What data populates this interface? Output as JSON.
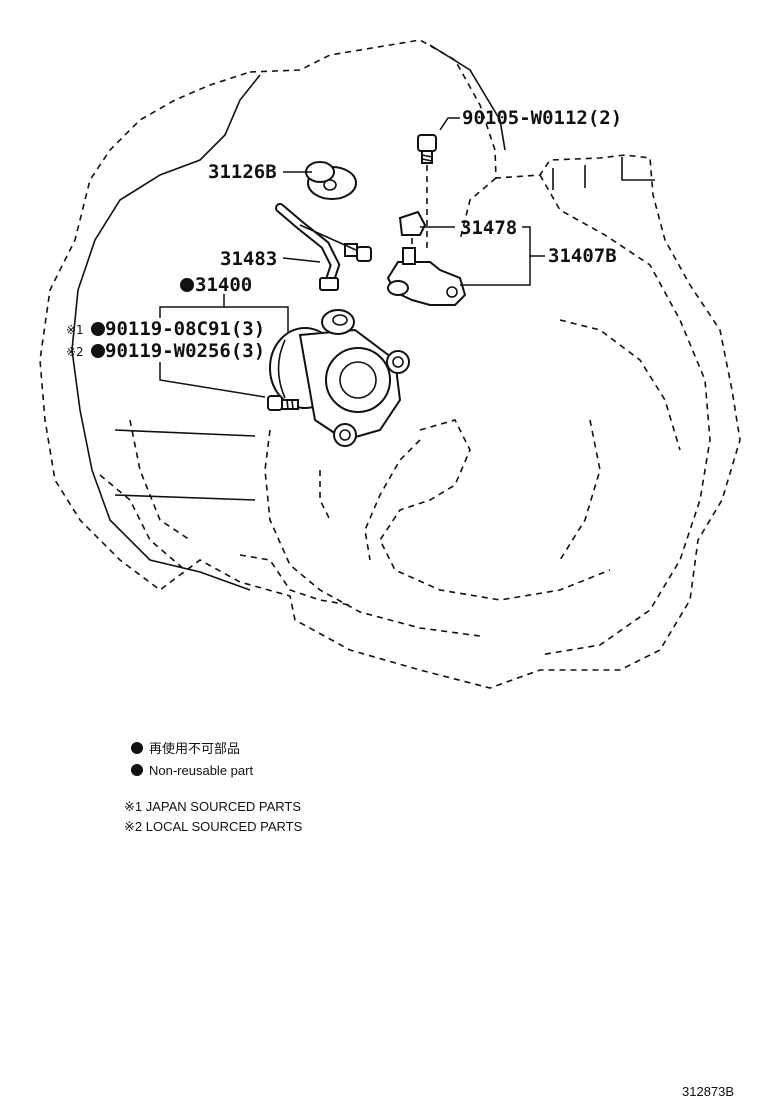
{
  "labels": {
    "p_90105": "90105-W0112(2)",
    "p_31126b": "31126B",
    "p_31478": "31478",
    "p_31407b": "31407B",
    "p_31483": "31483",
    "p_31400": "31400",
    "p_90119_a": "90119-08C91(3)",
    "p_90119_b": "90119-W0256(3)",
    "note_mark_1": "※1",
    "note_mark_2": "※2"
  },
  "legend": {
    "jp_text": "再使用不可部品",
    "en_text": "Non-reusable part",
    "note1": "※1 JAPAN SOURCED PARTS",
    "note2": "※2 LOCAL SOURCED PARTS"
  },
  "diagram_id": "312873B"
}
